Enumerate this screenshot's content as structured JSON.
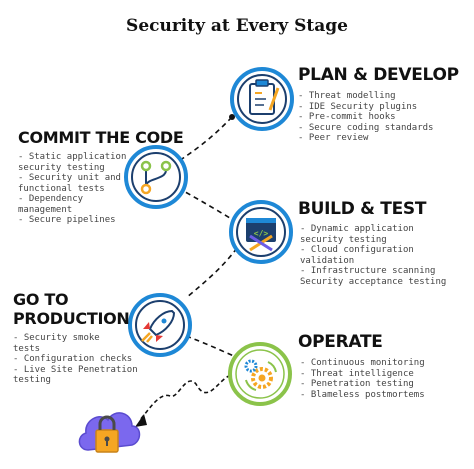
{
  "title": "Security at Every Stage",
  "stages": {
    "plan": {
      "heading": "PLAN & DEVELOP",
      "items": [
        "Threat modelling",
        "IDE Security plugins",
        "Pre-commit hooks",
        "Secure coding standards",
        "Peer review"
      ]
    },
    "commit": {
      "heading": "COMMIT THE CODE",
      "items": [
        "Static application",
        "security testing",
        "Security unit and",
        "functional tests",
        "Dependency",
        "management",
        "Secure pipelines"
      ]
    },
    "build": {
      "heading": "BUILD & TEST",
      "items": [
        "Dynamic application",
        "security testing",
        "Cloud configuration",
        "validation",
        "Infrastructure scanning",
        "Security acceptance testing"
      ]
    },
    "production": {
      "heading_line1": "GO TO",
      "heading_line2": "PRODUCTION",
      "items": [
        "Security smoke",
        "tests",
        "Configuration checks",
        "Live Site Penetration",
        "testing"
      ]
    },
    "operate": {
      "heading": "OPERATE",
      "items": [
        "Continuous monitoring",
        "Threat intelligence",
        "Penetration testing",
        "Blameless postmortems"
      ]
    }
  },
  "icons": {
    "plan": "clipboard-icon",
    "commit": "git-branch-icon",
    "build": "code-tools-icon",
    "production": "rocket-icon",
    "operate": "gears-icon",
    "end": "cloud-lock-icon"
  },
  "colors": {
    "blue": "#1e88d6",
    "navy": "#1c3f6e",
    "green": "#8bc34a",
    "orange": "#f5a623",
    "purple": "#6c5ce7"
  }
}
